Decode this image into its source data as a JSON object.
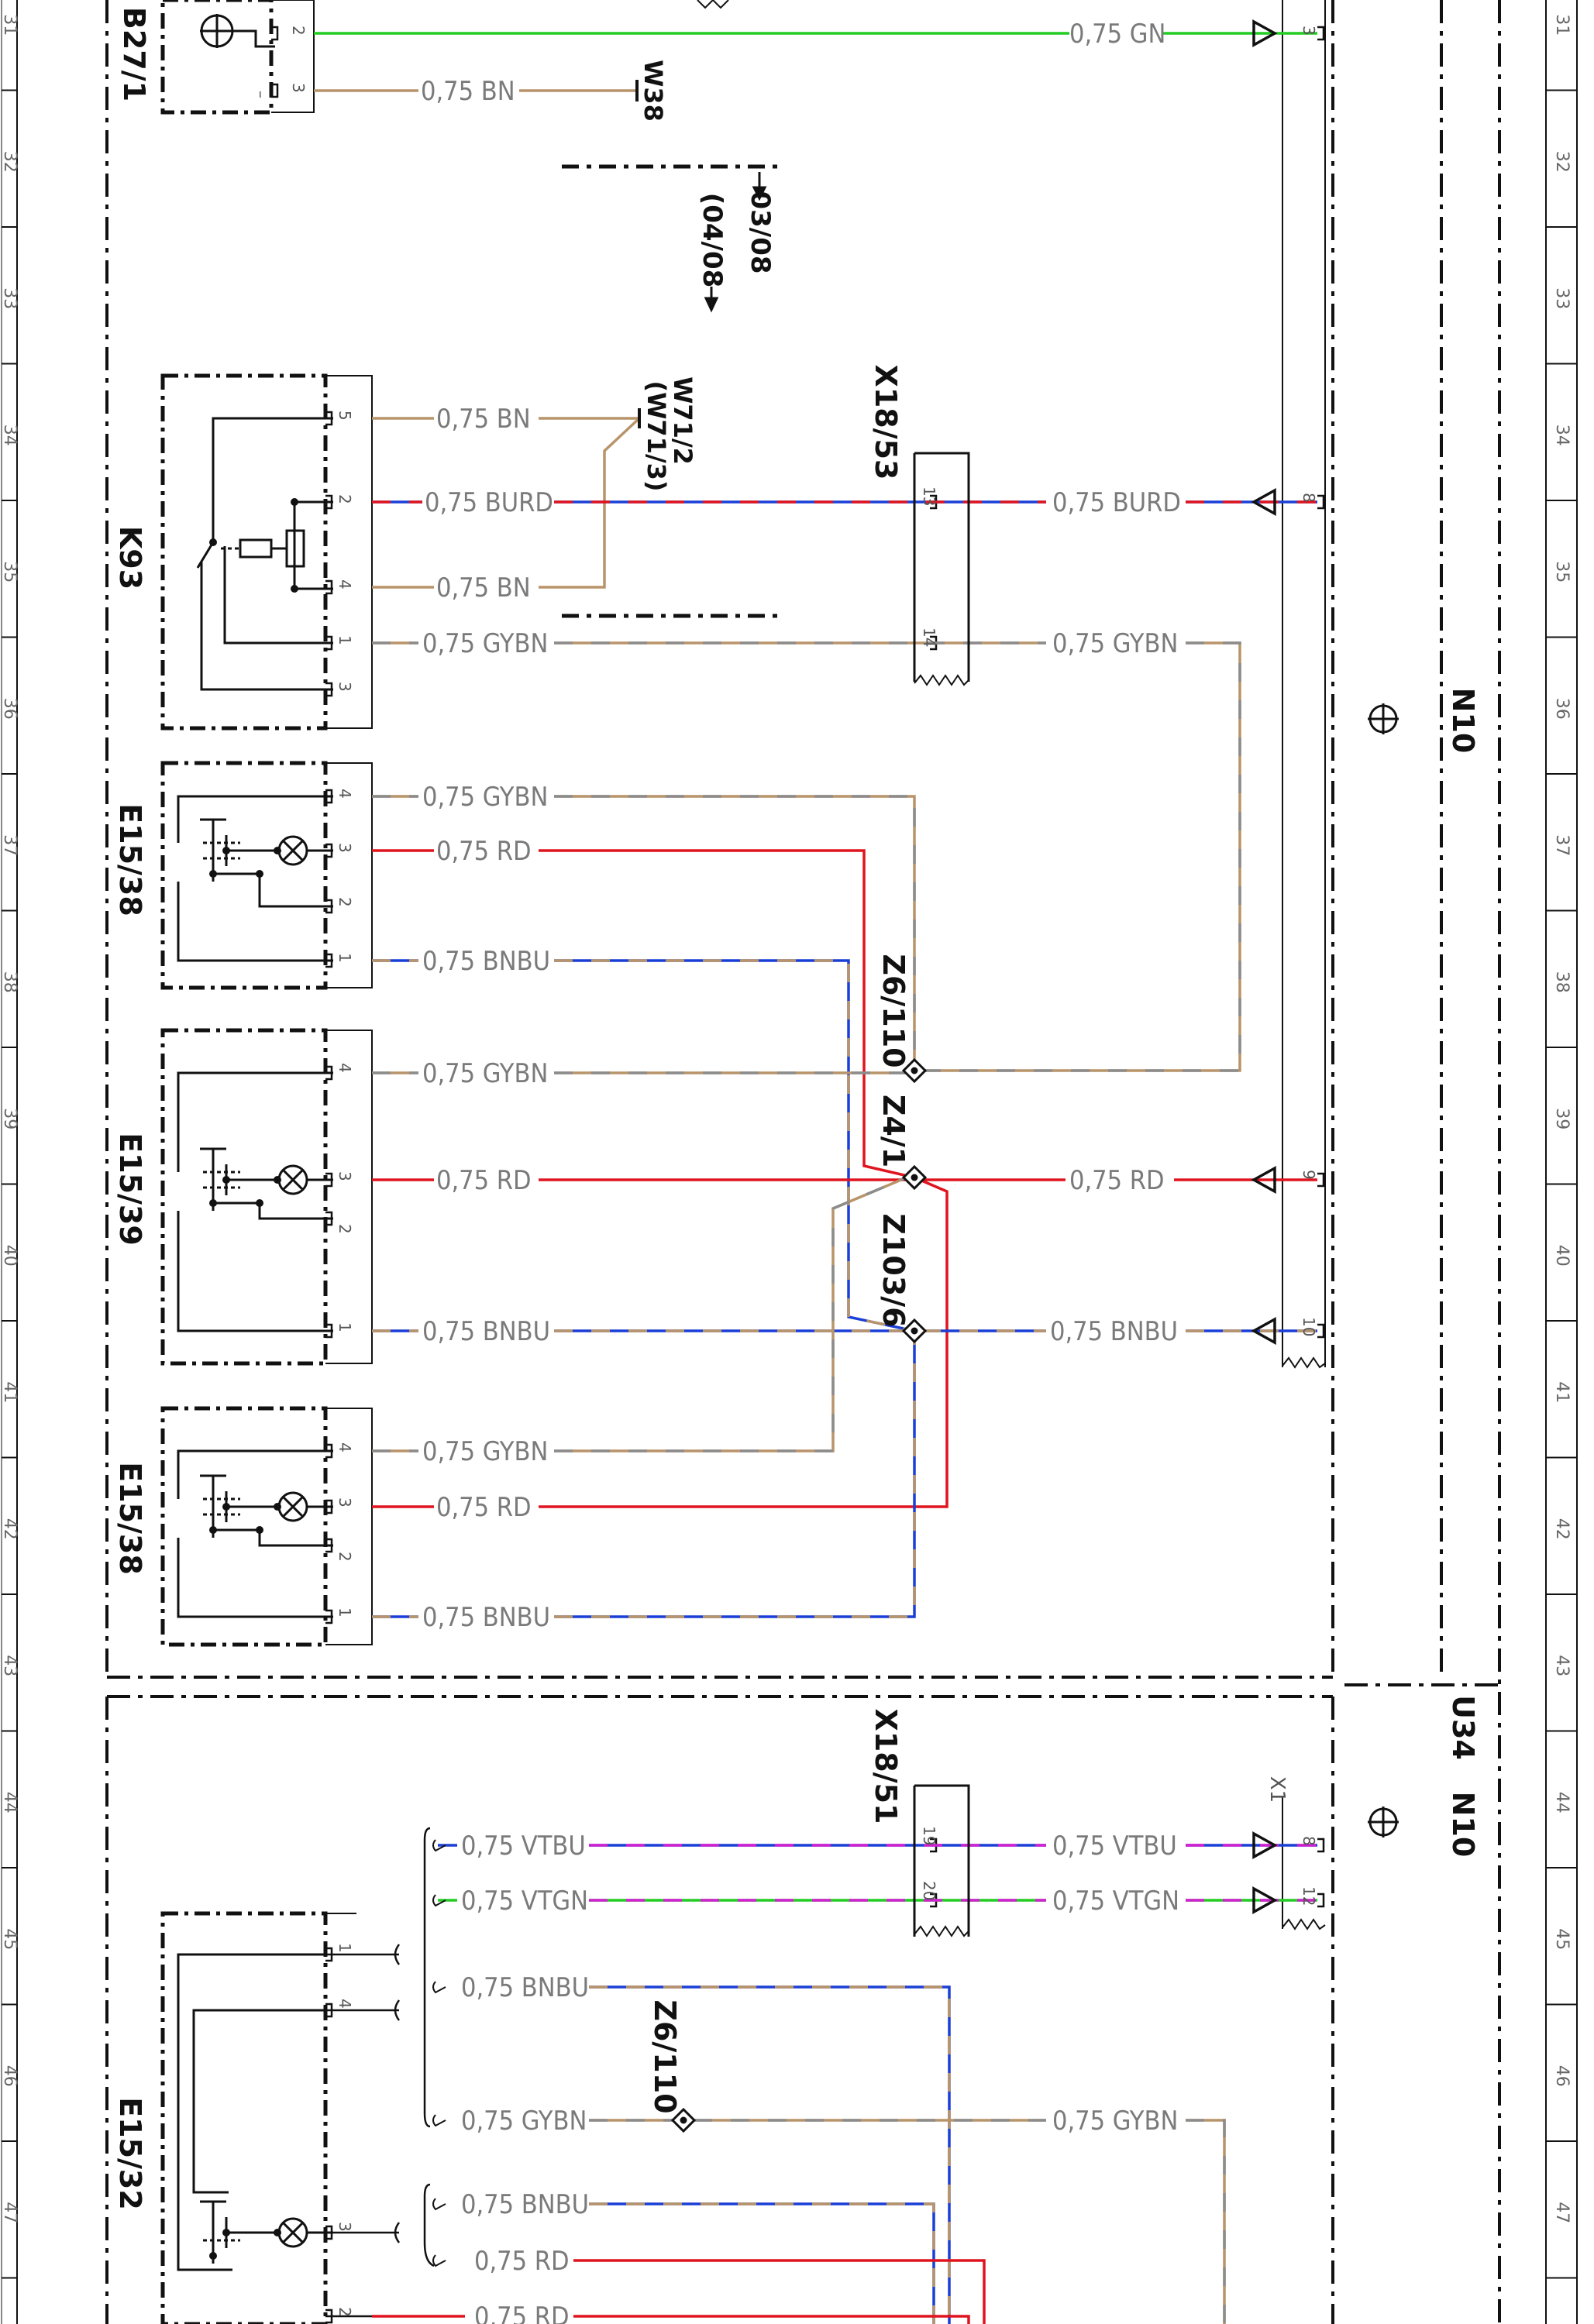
{
  "grid": {
    "rows": [
      "31",
      "32",
      "33",
      "34",
      "35",
      "36",
      "37",
      "38",
      "39",
      "40",
      "41",
      "42",
      "43",
      "44",
      "45",
      "46",
      "47"
    ]
  },
  "components": {
    "b27_1": "B27/1",
    "k93": "K93",
    "e15_38_top": "E15/38",
    "e15_39": "E15/39",
    "e15_38_bot": "E15/38",
    "e15_32": "E15/32",
    "n10_top": "N10",
    "n10_bot": "N10",
    "u34": "U34",
    "x18_53": "X18/53",
    "x18_51": "X18/51",
    "w38": "W38",
    "w71_2": "W71/2",
    "w71_3": "(W71/3)",
    "validity_1": "03/08",
    "validity_2": "(04/08",
    "z6_110": "Z6/110",
    "z4_1": "Z4/1",
    "z103_6": "Z103/6",
    "z6_110_b": "Z6/110",
    "x1": "X1"
  },
  "wires": {
    "gn": "0,75 GN",
    "bn_w38": "0,75 BN",
    "bn_k93_5": "0,75 BN",
    "burd_k93": "0,75 BURD",
    "bn_k93_4": "0,75 BN",
    "gybn_k93": "0,75 GYBN",
    "burd_n10": "0,75 BURD",
    "gybn_n10": "0,75 GYBN",
    "e1538_gybn": "0,75 GYBN",
    "e1538_rd": "0,75 RD",
    "e1538_bnbu": "0,75 BNBU",
    "e1539_gybn": "0,75 GYBN",
    "e1539_rd": "0,75 RD",
    "rd_n10": "0,75 RD",
    "e1539_bnbu": "0,75 BNBU",
    "bnbu_n10": "0,75 BNBU",
    "e1538b_gybn": "0,75 GYBN",
    "e1538b_rd": "0,75 RD",
    "e1538b_bnbu": "0,75 BNBU",
    "vtbu_l": "0,75 VTBU",
    "vtbu_r": "0,75 VTBU",
    "vtgn_l": "0,75 VTGN",
    "vtgn_r": "0,75 VTGN",
    "bnbu_b1": "0,75 BNBU",
    "gybn_b": "0,75 GYBN",
    "gybn_b_r": "0,75 GYBN",
    "bnbu_b2": "0,75 BNBU",
    "rd_b1": "0,75 RD",
    "rd_b2": "0,75 RD"
  },
  "pins": {
    "b27_2": "2",
    "b27_3": "3",
    "b27_dash": "–",
    "n10_3": "3",
    "k93_5": "5",
    "k93_2": "2",
    "k93_4": "4",
    "k93_1": "1",
    "k93_3": "3",
    "x1853_13": "13",
    "x1853_14": "14",
    "n10_8": "8",
    "n10_9": "9",
    "n10_10": "10",
    "e1538_4": "4",
    "e1538_3": "3",
    "e1538_2": "2",
    "e1538_1": "1",
    "e1539_4": "4",
    "e1539_3": "3",
    "e1539_2": "2",
    "e1539_1": "1",
    "e1538b_4": "4",
    "e1538b_3": "3",
    "e1538b_2": "2",
    "e1538b_1": "1",
    "x1851_19": "19",
    "x1851_20": "20",
    "n10b_8": "8",
    "n10b_12": "12",
    "e1532_1": "1",
    "e1532_4": "4",
    "e1532_3": "3",
    "e1532_2": "2"
  },
  "colors": {
    "gn": "#22cc22",
    "bn": "#b8946a",
    "bu": "#1a3fd6",
    "rd": "#e0141e",
    "gy": "#8c8c8c",
    "vt": "#d020d0",
    "black": "#111111"
  }
}
